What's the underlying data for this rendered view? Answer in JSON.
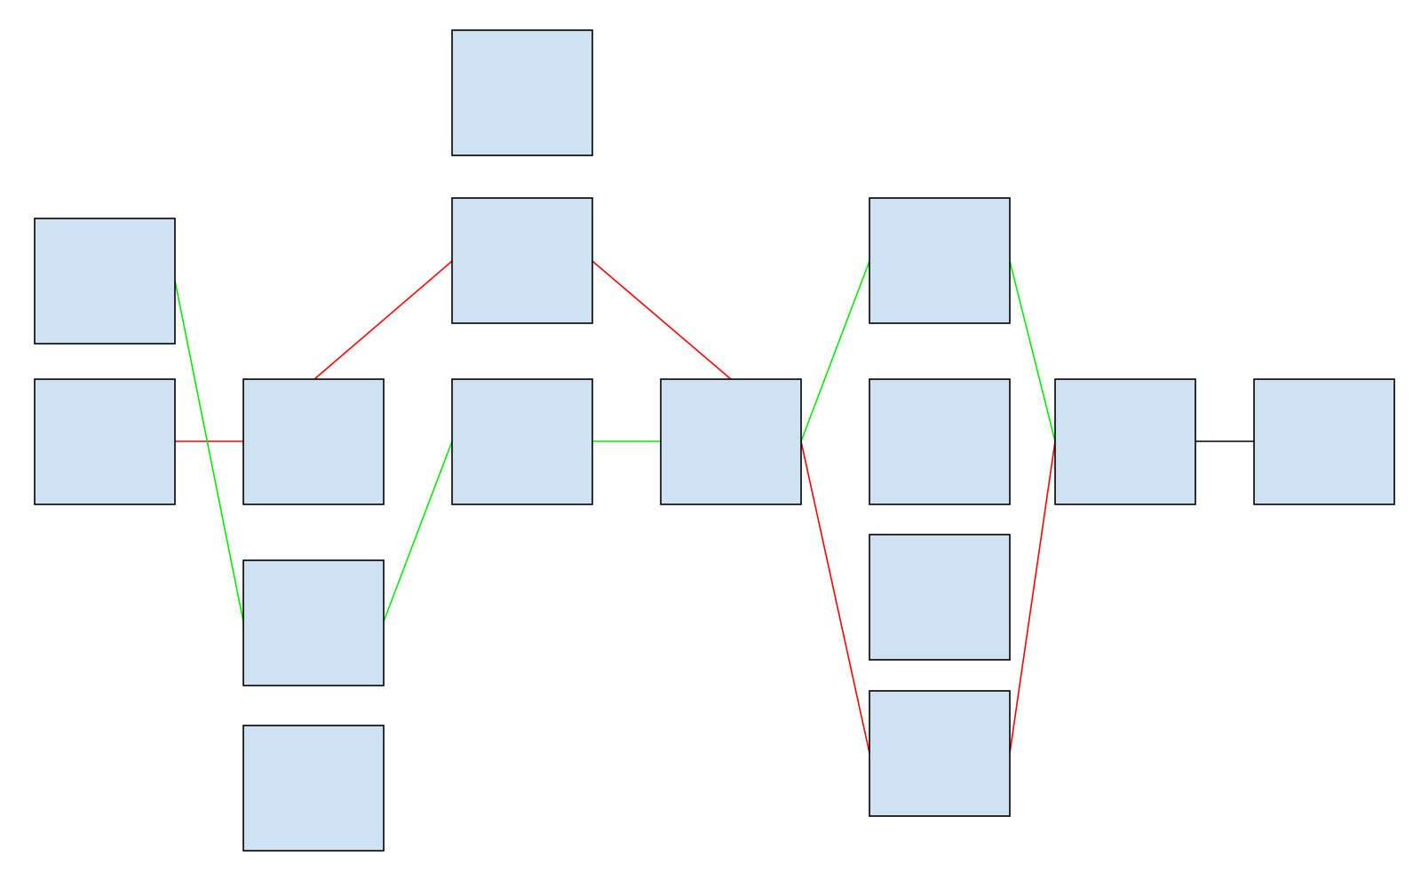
{
  "diagram": {
    "node_fill": "#cfe2f3",
    "node_stroke": "#000000",
    "edge_colors": {
      "red": "#ff0000",
      "green": "#00ee00",
      "black": "#000000"
    },
    "nodes": [
      {
        "id": "n1"
      },
      {
        "id": "n2"
      },
      {
        "id": "n3"
      },
      {
        "id": "n4"
      },
      {
        "id": "n5"
      },
      {
        "id": "n6"
      },
      {
        "id": "n7"
      },
      {
        "id": "n8"
      },
      {
        "id": "n9"
      },
      {
        "id": "n10"
      },
      {
        "id": "n11"
      },
      {
        "id": "n12"
      },
      {
        "id": "n13"
      },
      {
        "id": "n14"
      },
      {
        "id": "n15"
      }
    ],
    "edges": [
      {
        "from": "n2",
        "to": "n3",
        "color": "red"
      },
      {
        "from": "n1",
        "to": "n4",
        "color": "green"
      },
      {
        "from": "n3",
        "to": "n7",
        "color": "red"
      },
      {
        "from": "n4",
        "to": "n8",
        "color": "green"
      },
      {
        "from": "n7",
        "to": "n9",
        "color": "red"
      },
      {
        "from": "n8",
        "to": "n9",
        "color": "green"
      },
      {
        "from": "n9",
        "to": "n10",
        "color": "green"
      },
      {
        "from": "n9",
        "to": "n13",
        "color": "red"
      },
      {
        "from": "n10",
        "to": "n14",
        "color": "green"
      },
      {
        "from": "n13",
        "to": "n14",
        "color": "red"
      },
      {
        "from": "n14",
        "to": "n15",
        "color": "black"
      }
    ]
  }
}
